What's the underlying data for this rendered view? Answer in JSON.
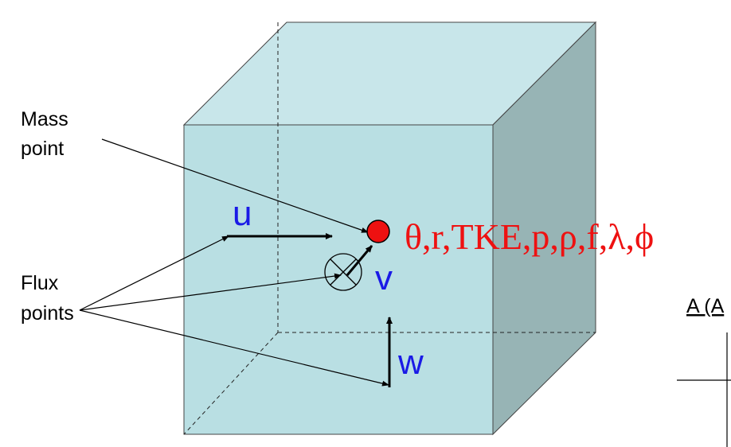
{
  "labels": {
    "mass_line1": "Mass",
    "mass_line2": "point",
    "flux_line1": "Flux",
    "flux_line2": "points",
    "u": "u",
    "v": "v",
    "w": "w",
    "variables": "θ,r,TKE,p,ρ,f,λ,ϕ",
    "cutoff_text": "A (A"
  },
  "colors": {
    "front_face": "#b9dfe3",
    "top_face": "#c8e6ea",
    "side_face": "#97b4b5",
    "mass_point": "#ee1111",
    "velocity_label": "#1a1ae6",
    "variables_label": "#ee1111"
  }
}
